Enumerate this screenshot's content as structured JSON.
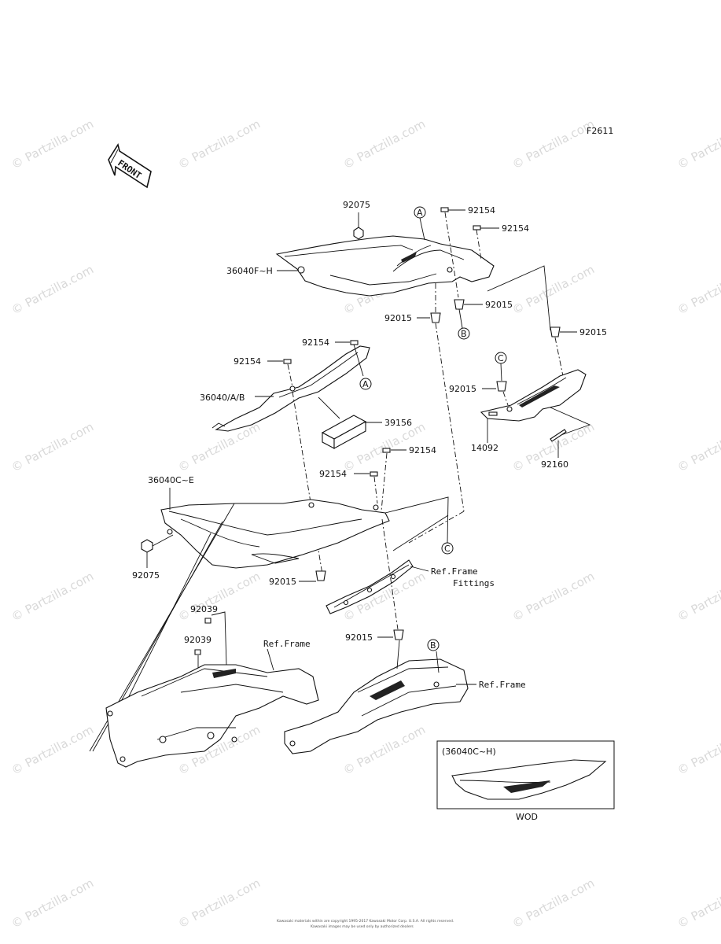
{
  "figure_code": "F2611",
  "front_arrow": "FRONT",
  "watermark": "© Partzilla.com",
  "parts": {
    "p92075_top": "92075",
    "p92154_a": "92154",
    "p92154_b": "92154",
    "p36040F_H": "36040F~H",
    "p92015_a": "92015",
    "p92015_b": "92015",
    "p92154_c": "92154",
    "p92015_c": "92015",
    "p92154_d": "92154",
    "p36040_AB": "36040/A/B",
    "p92015_d": "92015",
    "p39156": "39156",
    "p14092": "14092",
    "p92160": "92160",
    "p92154_e": "92154",
    "p92154_f": "92154",
    "p36040C_E": "36040C~E",
    "p92075_low": "92075",
    "p92015_e": "92015",
    "p92039_a": "92039",
    "p92039_b": "92039",
    "ref_frame_fittings_1": "Ref.Frame",
    "ref_frame_fittings_2": "Fittings",
    "ref_frame_left": "Ref.Frame",
    "p92015_f": "92015",
    "ref_frame_right": "Ref.Frame"
  },
  "callouts": {
    "a1": "A",
    "a2": "A",
    "b1": "B",
    "b2": "B",
    "c1": "C",
    "c2": "C"
  },
  "inset": {
    "title": "(36040C~H)",
    "caption": "WOD"
  },
  "footer": {
    "line1": "Kawasaki materials within are copyright 1995-2017 Kawasaki Motor Corp. U.S.A. All rights reserved.",
    "line2": "Kawasaki images may be used only by authorized dealers"
  }
}
